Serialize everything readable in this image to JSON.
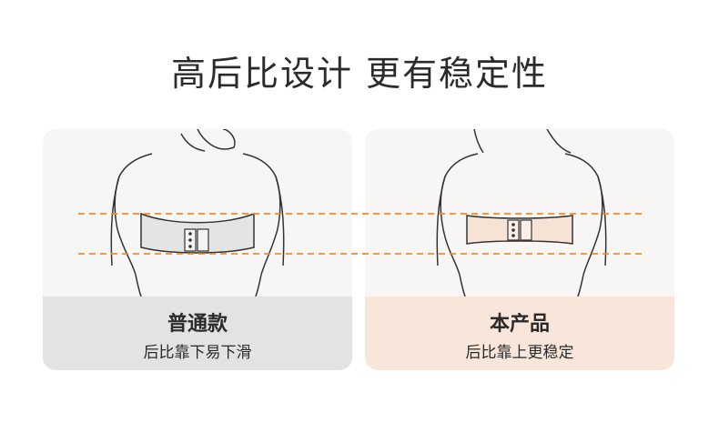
{
  "title": "高后比设计 更有稳定性",
  "cards": [
    {
      "name": "普通款",
      "description": "后比靠下易下滑",
      "band_color": "#e4e4e4"
    },
    {
      "name": "本产品",
      "description": "后比靠上更稳定",
      "band_color": "#f7e3d6"
    }
  ],
  "guide_line_color": "#f08a2a"
}
